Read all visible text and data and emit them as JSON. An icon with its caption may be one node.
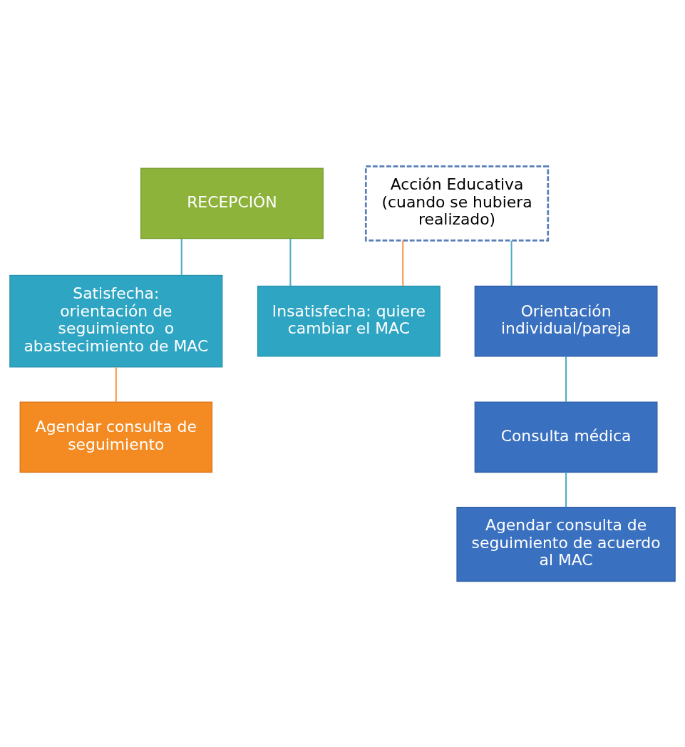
{
  "diagram": {
    "nodes": [
      {
        "text": [
          "RECEPCIÓN"
        ]
      },
      {
        "text": [
          "Acción Educativa (cuando se hubiera realizado)"
        ]
      },
      {
        "text": [
          "Insatisfecha: quiere cambiar el MAC"
        ]
      },
      {
        "text": [
          "Satisfecha: orientación de seguimiento  o abastecimiento de MAC"
        ]
      },
      {
        "text": [
          "Agendar consulta de seguimiento"
        ]
      },
      {
        "text": [
          "Orientación individual/pareja"
        ]
      },
      {
        "text": [
          "Consulta médica"
        ]
      },
      {
        "text": [
          "Agendar consulta de seguimiento de acuerdo al MAC"
        ]
      }
    ],
    "edges": [
      {
        "from": 0,
        "to": 2,
        "arrow": "none"
      },
      {
        "from": 0,
        "to": 3,
        "arrow": "none"
      },
      {
        "from": 1,
        "to": 2,
        "arrow": "none",
        "color": "#f79646"
      },
      {
        "from": 3,
        "to": 4,
        "arrow": "none",
        "color": "#f79646"
      },
      {
        "from": 1,
        "to": 5,
        "arrow": "none"
      },
      {
        "from": 5,
        "to": 6,
        "arrow": "none"
      },
      {
        "from": 6,
        "to": 7,
        "arrow": "none"
      }
    ]
  }
}
